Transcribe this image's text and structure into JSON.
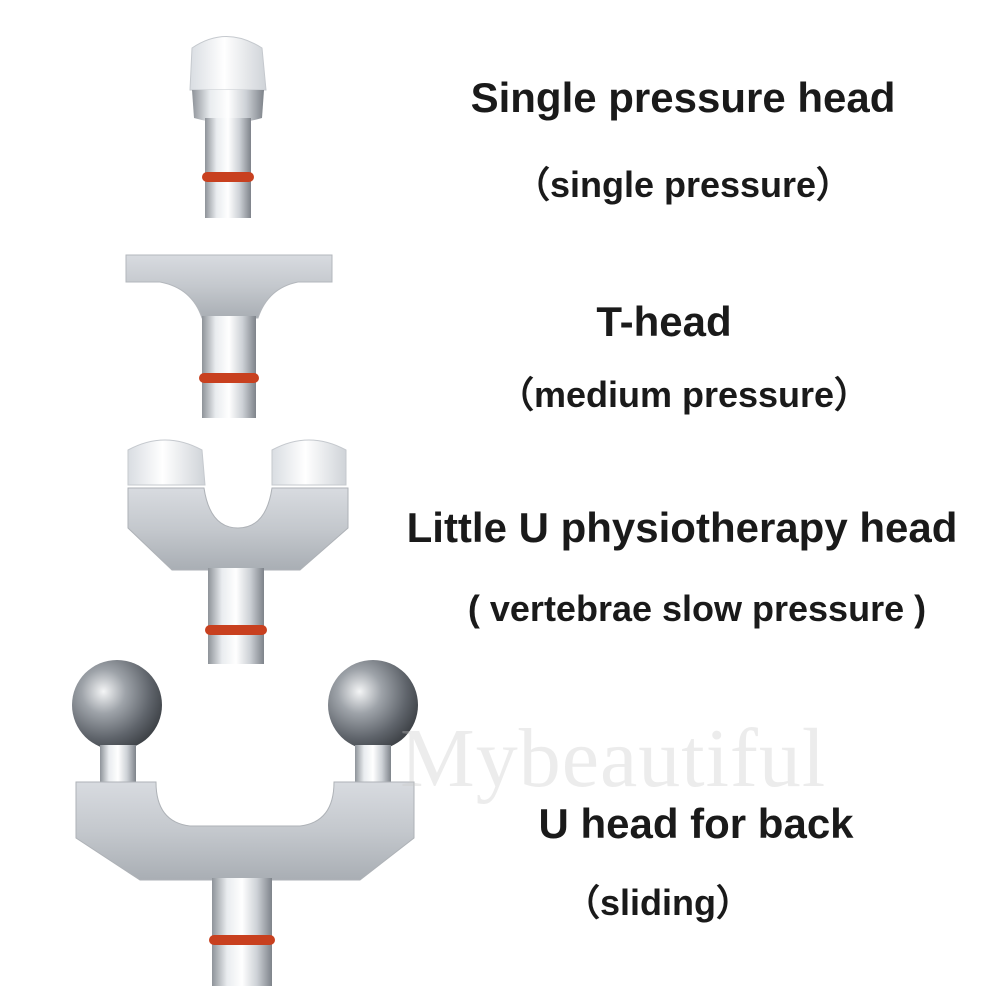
{
  "items": [
    {
      "title": "Single pressure head",
      "subtitle": "（single pressure）",
      "icon": "single-pressure-head-icon"
    },
    {
      "title": "T-head",
      "subtitle": "（medium pressure）",
      "icon": "t-head-icon"
    },
    {
      "title": "Little U physiotherapy head",
      "subtitle": "( vertebrae slow pressure )",
      "icon": "little-u-head-icon"
    },
    {
      "title": "U head for back",
      "subtitle": "（sliding）",
      "icon": "u-head-for-back-icon"
    }
  ],
  "watermark": "Mybeautiful",
  "colors": {
    "background": "#ffffff",
    "text": "#1a1a1a",
    "metal": "#c9ccd0",
    "o_ring": "#c8401f",
    "silicone_cap": "#eef0f2"
  }
}
